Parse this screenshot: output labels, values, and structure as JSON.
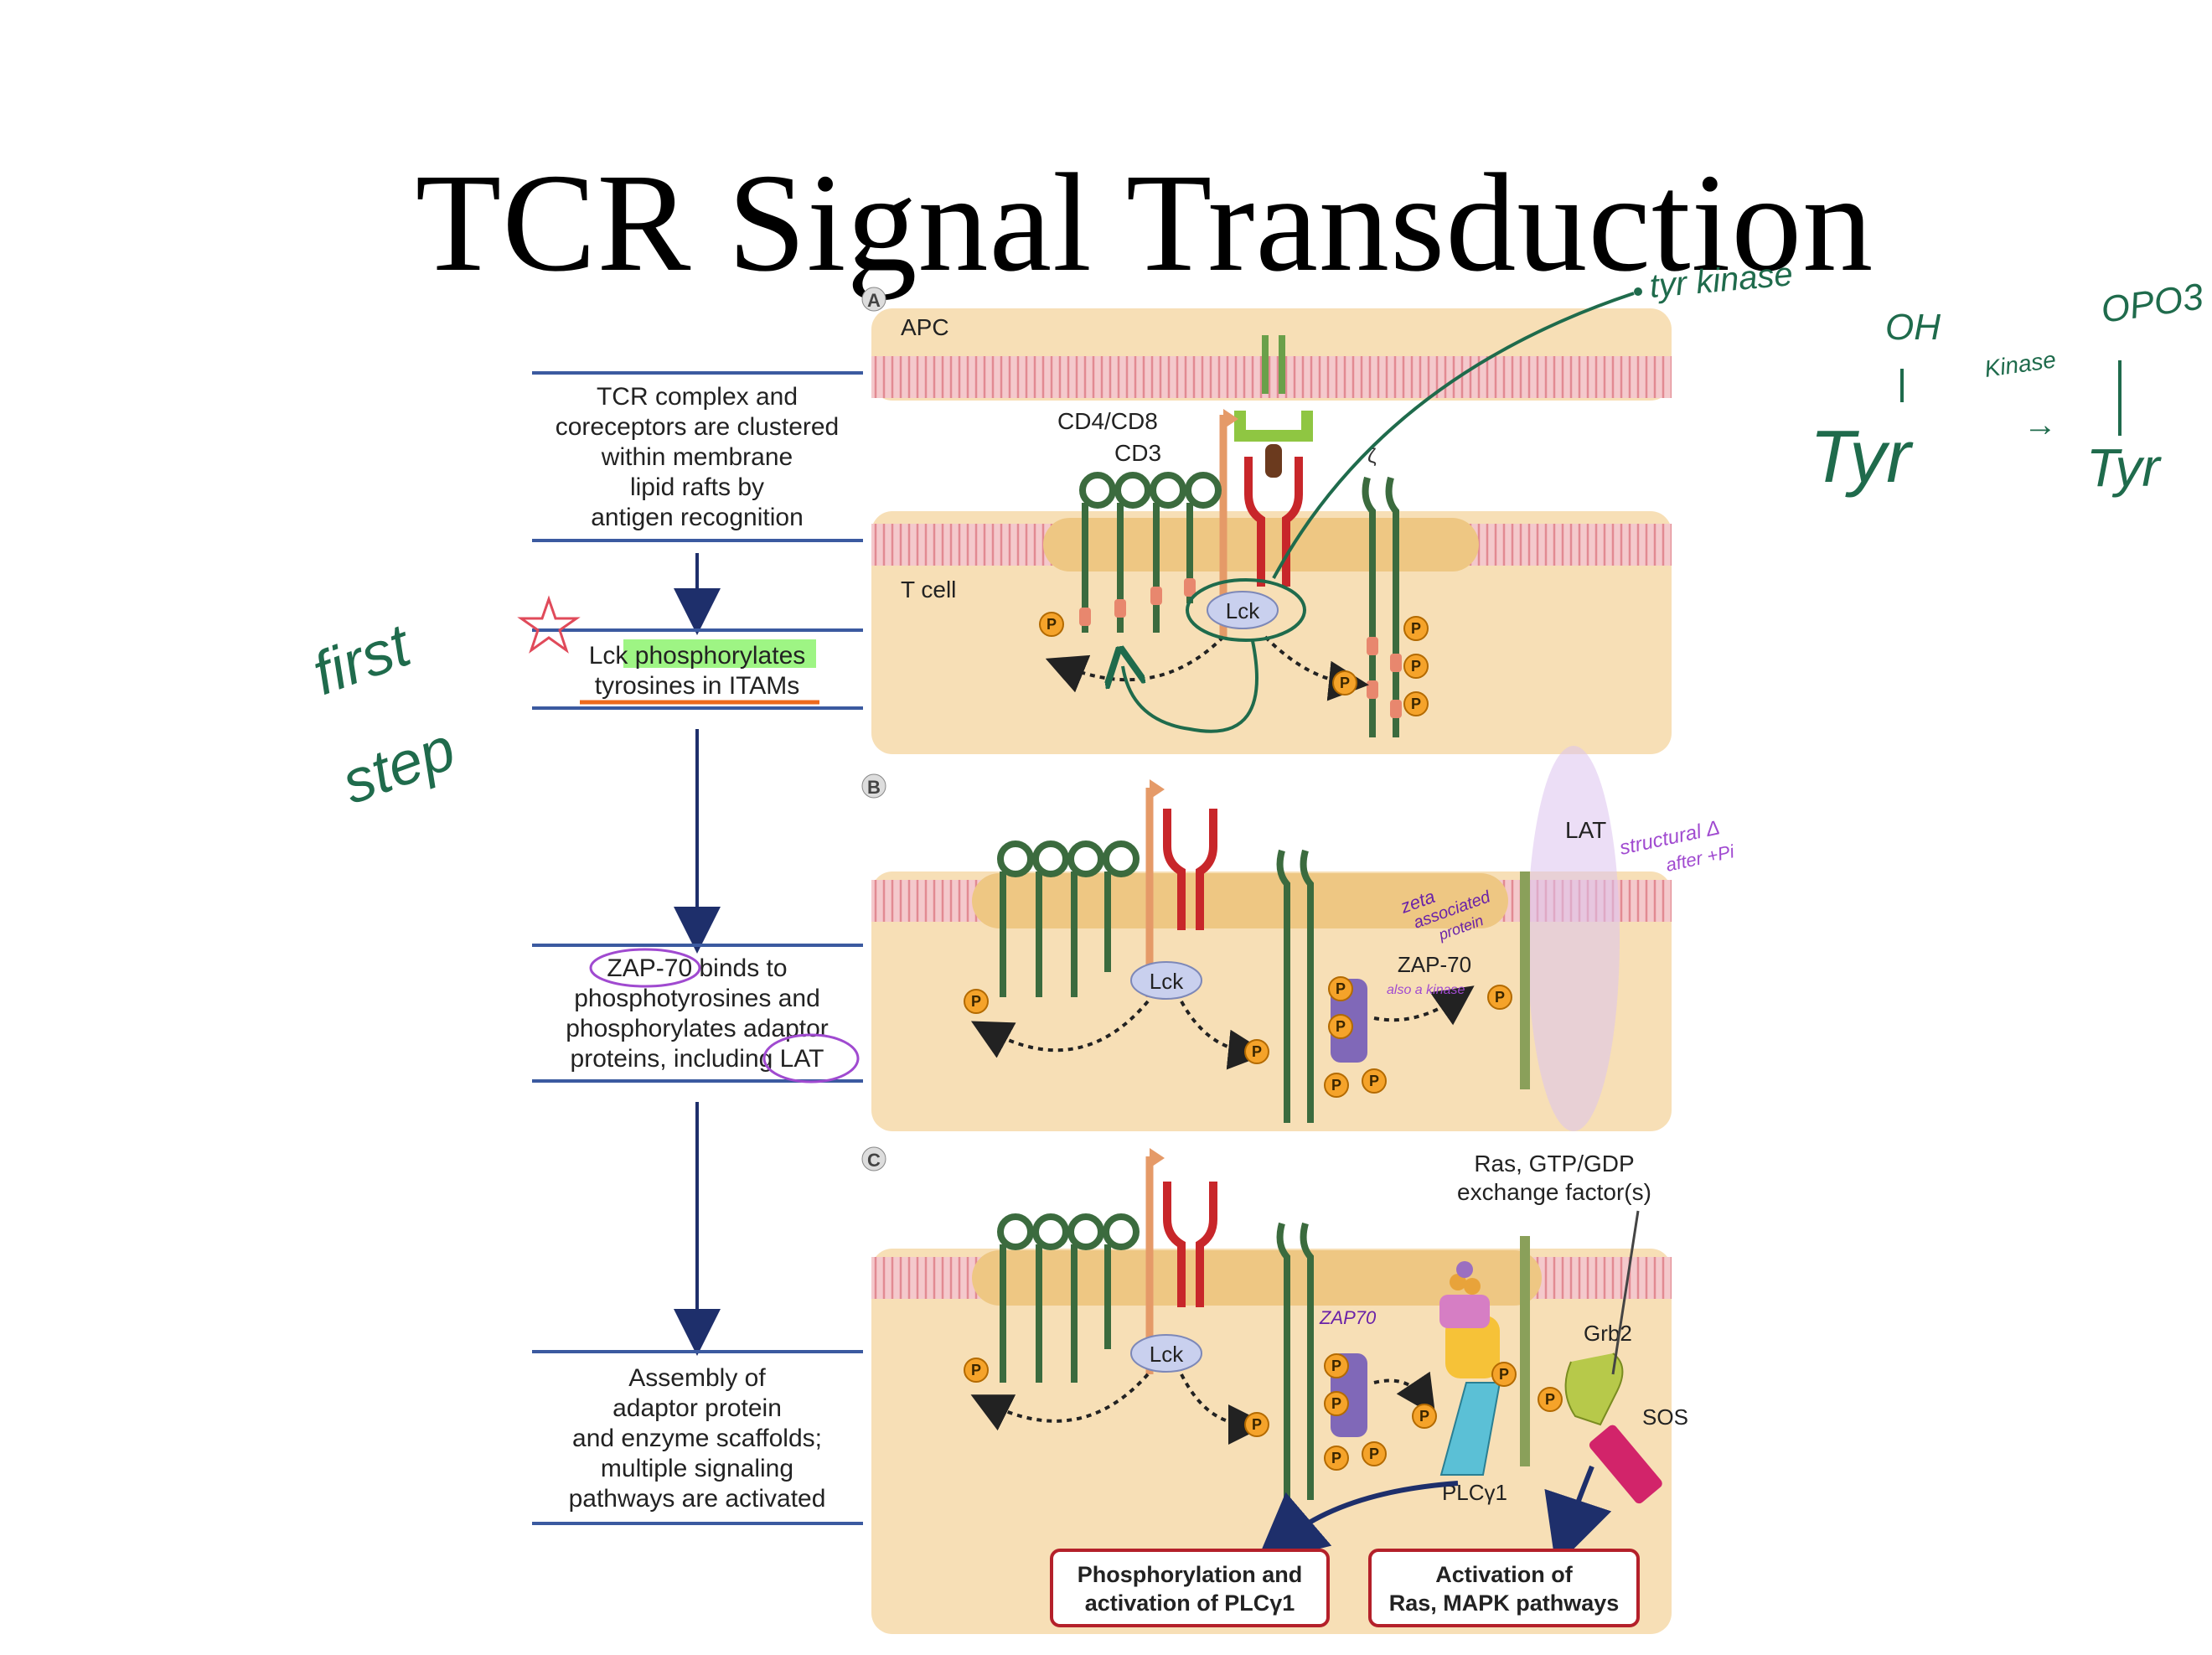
{
  "title": "TCR Signal Transduction",
  "steps": [
    {
      "lines": [
        "TCR complex and",
        "coreceptors are clustered",
        "within membrane",
        "lipid rafts by",
        "antigen recognition"
      ]
    },
    {
      "pre": "Lck ",
      "highlight": "phosphorylates",
      "line2": "tyrosines in ITAMs"
    },
    {
      "circled": "ZAP-70",
      "rest": " binds to",
      "line2": "phosphotyrosines and",
      "line3": "phosphorylates adaptor",
      "line4pre": "proteins, including ",
      "line4circled": "LAT"
    },
    {
      "lines": [
        "Assembly of",
        "adaptor protein",
        "and enzyme scaffolds;",
        "multiple signaling",
        "pathways are activated"
      ]
    }
  ],
  "panels": {
    "A": {
      "letter": "A",
      "apc": "APC",
      "tcell": "T cell",
      "coreceptor": "CD4/CD8",
      "cd3": "CD3",
      "zeta": "ζ",
      "lck": "Lck",
      "p": "P"
    },
    "B": {
      "letter": "B",
      "lck": "Lck",
      "zap": "ZAP-70",
      "lat": "LAT",
      "p": "P"
    },
    "C": {
      "letter": "C",
      "lck": "Lck",
      "ras": "Ras, GTP/GDP",
      "ras2": "exchange factor(s)",
      "grb2": "Grb2",
      "sos": "SOS",
      "plc": "PLCγ1",
      "out1a": "Phosphorylation and",
      "out1b": "activation of PLCγ1",
      "out2a": "Activation of",
      "out2b": "Ras, MAPK pathways",
      "p": "P"
    }
  },
  "annotations": {
    "tyr_kinase": "tyr kinase",
    "oh": "OH",
    "opo3": "OPO3",
    "kinase": "Kinase",
    "tyr1": "Tyr",
    "tyr2": "Tyr",
    "arrow": "→",
    "first": "first",
    "step": "step",
    "zeta_assoc_1": "zeta",
    "zeta_assoc_2": "associated",
    "zeta_assoc_3": "protein",
    "also_kinase": "also a kinase",
    "structural": "structural Δ",
    "after_pi": "after +Pi",
    "zap70_c": "ZAP70"
  },
  "colors": {
    "membrane": "#f0b8bd",
    "cytoplasm": "#f7dfb6",
    "raft": "#eec783",
    "itam": "#e8876e",
    "phospho": "#f5a32a",
    "lck": "#c9d0ee",
    "zap": "#8068b8",
    "tcr_green": "#3b6b3e",
    "cd_red": "#c8262a",
    "pen_green": "#1f6b4c",
    "pen_purple": "#a04ad0",
    "navy": "#1e2f6b"
  }
}
